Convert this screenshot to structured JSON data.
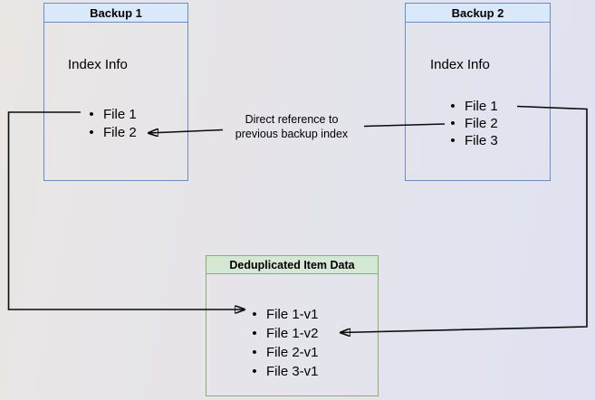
{
  "diagram": {
    "boxes": {
      "backup1": {
        "title": "Backup 1",
        "body_label": "Index Info",
        "files": [
          "File 1",
          "File 2"
        ]
      },
      "backup2": {
        "title": "Backup 2",
        "body_label": "Index Info",
        "files": [
          "File 1",
          "File 2",
          "File 3"
        ]
      },
      "dedup": {
        "title": "Deduplicated Item Data",
        "files": [
          "File 1-v1",
          "File 1-v2",
          "File 2-v1",
          "File 3-v1"
        ]
      }
    },
    "annotation": {
      "line1": "Direct reference to",
      "line2": "previous backup index"
    },
    "connectors": [
      "backup1 File 1 -> dedup File 1-v1",
      "backup2 File 2 -> backup1 File 2 (direct reference)",
      "backup2 File 1 -> dedup File 1-v2"
    ],
    "colors": {
      "blue_header_fill": "#dae8fc",
      "blue_border": "#6c8ebf",
      "green_header_fill": "#d5e8d4",
      "green_border": "#82b366",
      "arrow": "#0a0a0a",
      "background_left": "#e9e6e4",
      "background_right": "#e0e2f2",
      "text": "#000000"
    }
  },
  "glyphs": {
    "bullet": "•"
  }
}
